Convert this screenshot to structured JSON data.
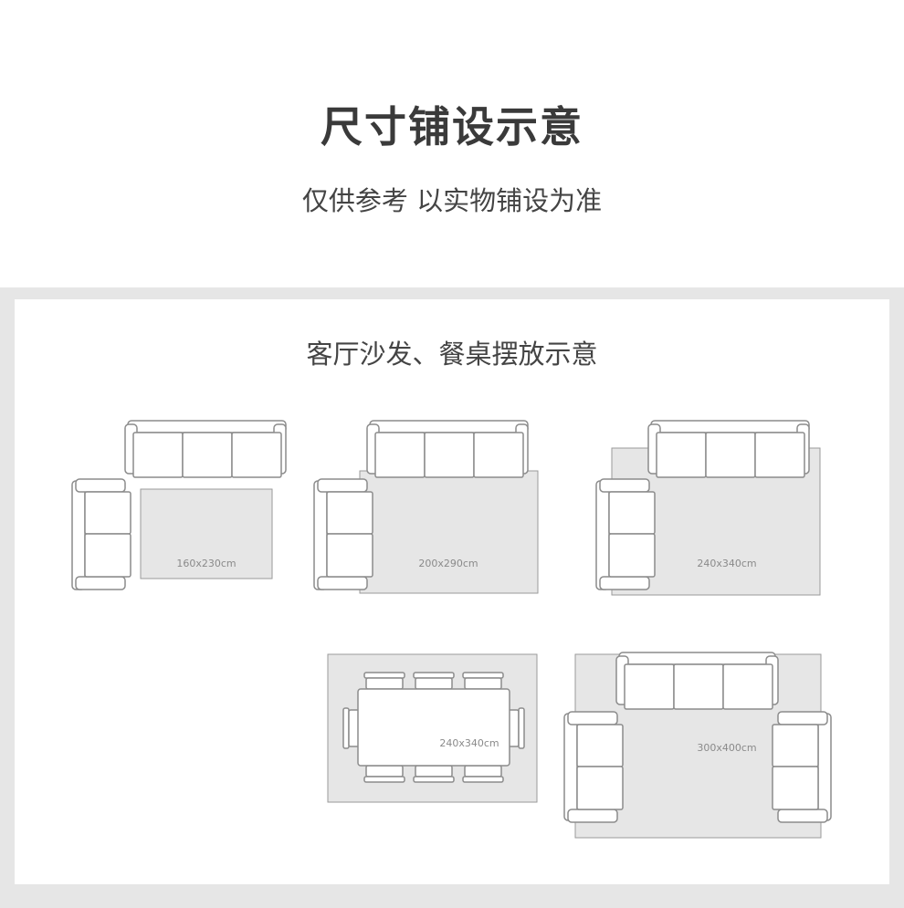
{
  "header": {
    "title": "尺寸铺设示意",
    "subtitle": "仅供参考 以实物铺设为准"
  },
  "section": {
    "title": "客厅沙发、餐桌摆放示意"
  },
  "layouts": [
    {
      "label": "160x230cm",
      "scene": "living-room-small"
    },
    {
      "label": "200x290cm",
      "scene": "living-room-medium"
    },
    {
      "label": "240x340cm",
      "scene": "living-room-large"
    },
    {
      "label": "240x340cm",
      "scene": "dining-table"
    },
    {
      "label": "300x400cm",
      "scene": "living-room-three-sofa"
    }
  ],
  "colors": {
    "rug": "#e6e6e6",
    "rug_border": "#9a9a9a",
    "sofa_fill": "#ffffff",
    "sofa_stroke": "#8c8c8c",
    "panel_frame": "#e6e6e6"
  }
}
